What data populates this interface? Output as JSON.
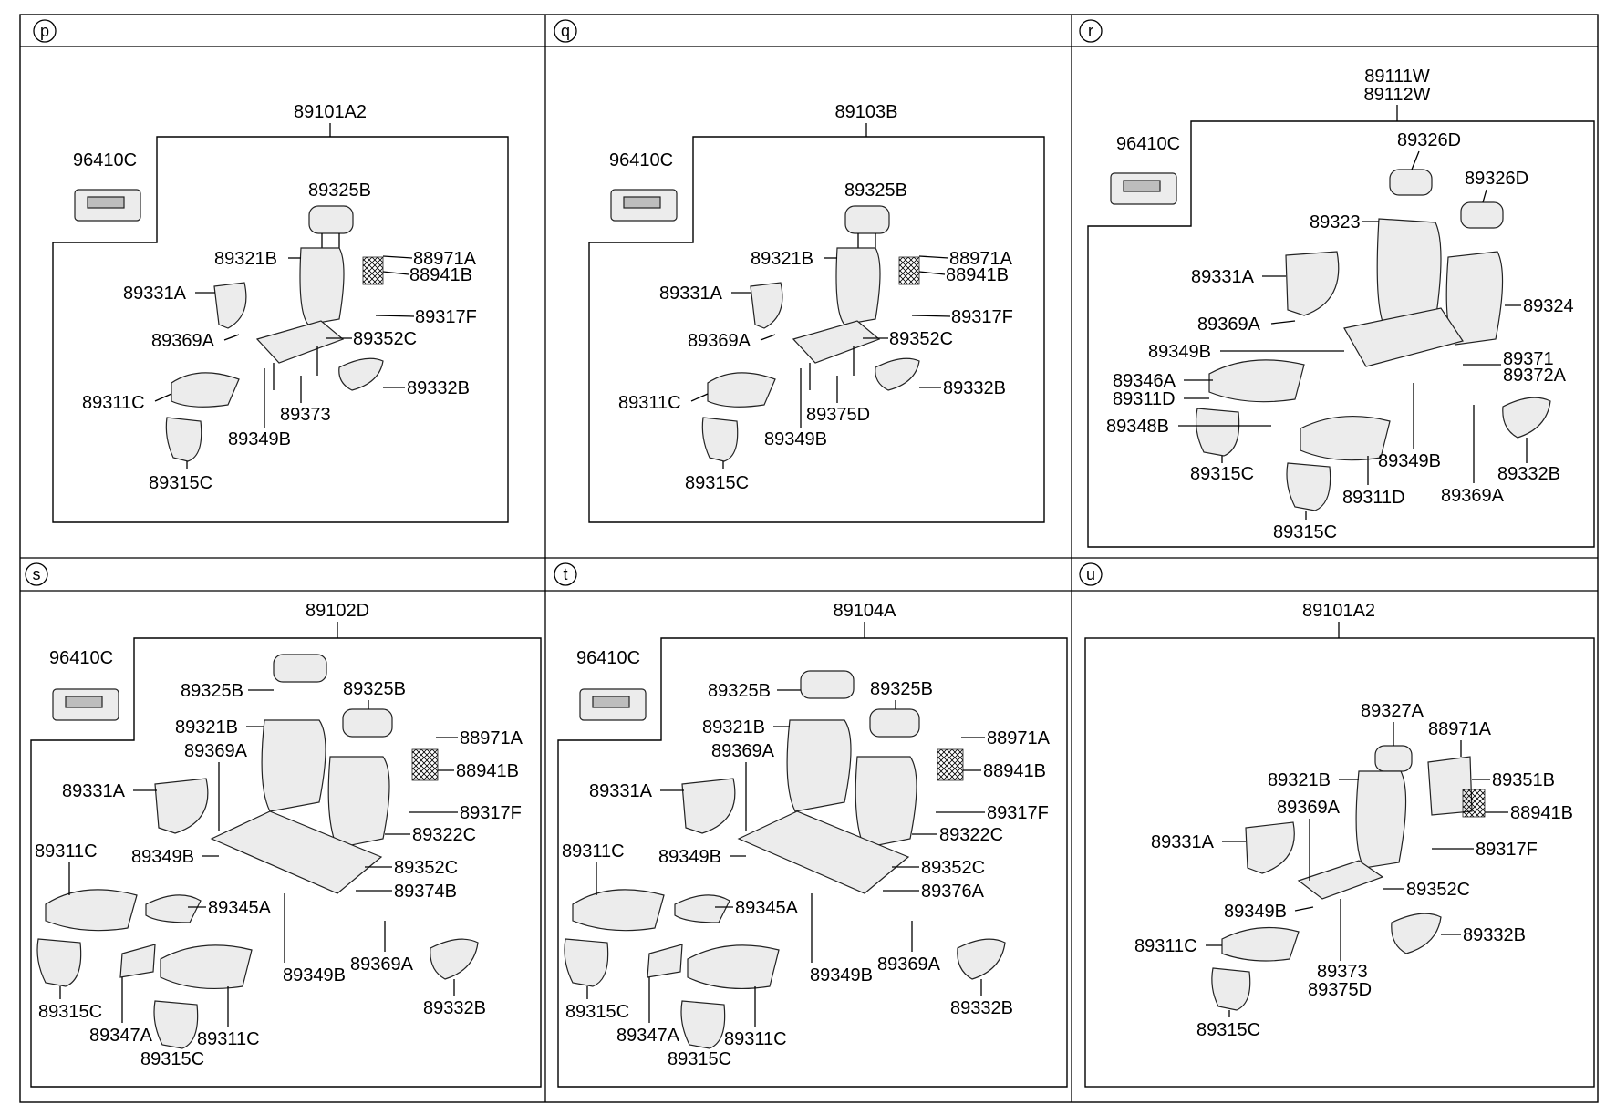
{
  "panels": [
    {
      "letter": "p",
      "assembly": "89101A2",
      "labels": [
        "96410C",
        "89325B",
        "89321B",
        "88971A",
        "88941B",
        "89331A",
        "89317F",
        "89369A",
        "89352C",
        "89332B",
        "89311C",
        "89373",
        "89349B",
        "89315C"
      ]
    },
    {
      "letter": "q",
      "assembly": "89103B",
      "labels": [
        "96410C",
        "89325B",
        "89321B",
        "88971A",
        "88941B",
        "89331A",
        "89317F",
        "89369A",
        "89352C",
        "89332B",
        "89311C",
        "89375D",
        "89349B",
        "89315C"
      ]
    },
    {
      "letter": "r",
      "assembly": "89111W",
      "assembly2": "89112W",
      "labels": [
        "96410C",
        "89326D",
        "89326D",
        "89323",
        "89331A",
        "89369A",
        "89324",
        "89349B",
        "89371",
        "89372A",
        "89346A",
        "89311D",
        "89348B",
        "89315C",
        "89349B",
        "89311D",
        "89332B",
        "89369A",
        "89315C"
      ]
    },
    {
      "letter": "s",
      "assembly": "89102D",
      "labels": [
        "96410C",
        "89325B",
        "89325B",
        "89321B",
        "89369A",
        "88971A",
        "88941B",
        "89331A",
        "89317F",
        "89322C",
        "89311C",
        "89349B",
        "89352C",
        "89374B",
        "89345A",
        "89349B",
        "89369A",
        "89315C",
        "89347A",
        "89311C",
        "89315C",
        "89332B"
      ]
    },
    {
      "letter": "t",
      "assembly": "89104A",
      "labels": [
        "96410C",
        "89325B",
        "89325B",
        "89321B",
        "89369A",
        "88971A",
        "88941B",
        "89331A",
        "89317F",
        "89322C",
        "89311C",
        "89349B",
        "89352C",
        "89376A",
        "89345A",
        "89349B",
        "89369A",
        "89315C",
        "89347A",
        "89311C",
        "89315C",
        "89332B"
      ]
    },
    {
      "letter": "u",
      "assembly": "89101A2",
      "labels": [
        "89327A",
        "88971A",
        "89321B",
        "89351B",
        "89369A",
        "88941B",
        "89331A",
        "89317F",
        "89352C",
        "89349B",
        "89332B",
        "89311C",
        "89373",
        "89375D",
        "89315C"
      ]
    }
  ]
}
